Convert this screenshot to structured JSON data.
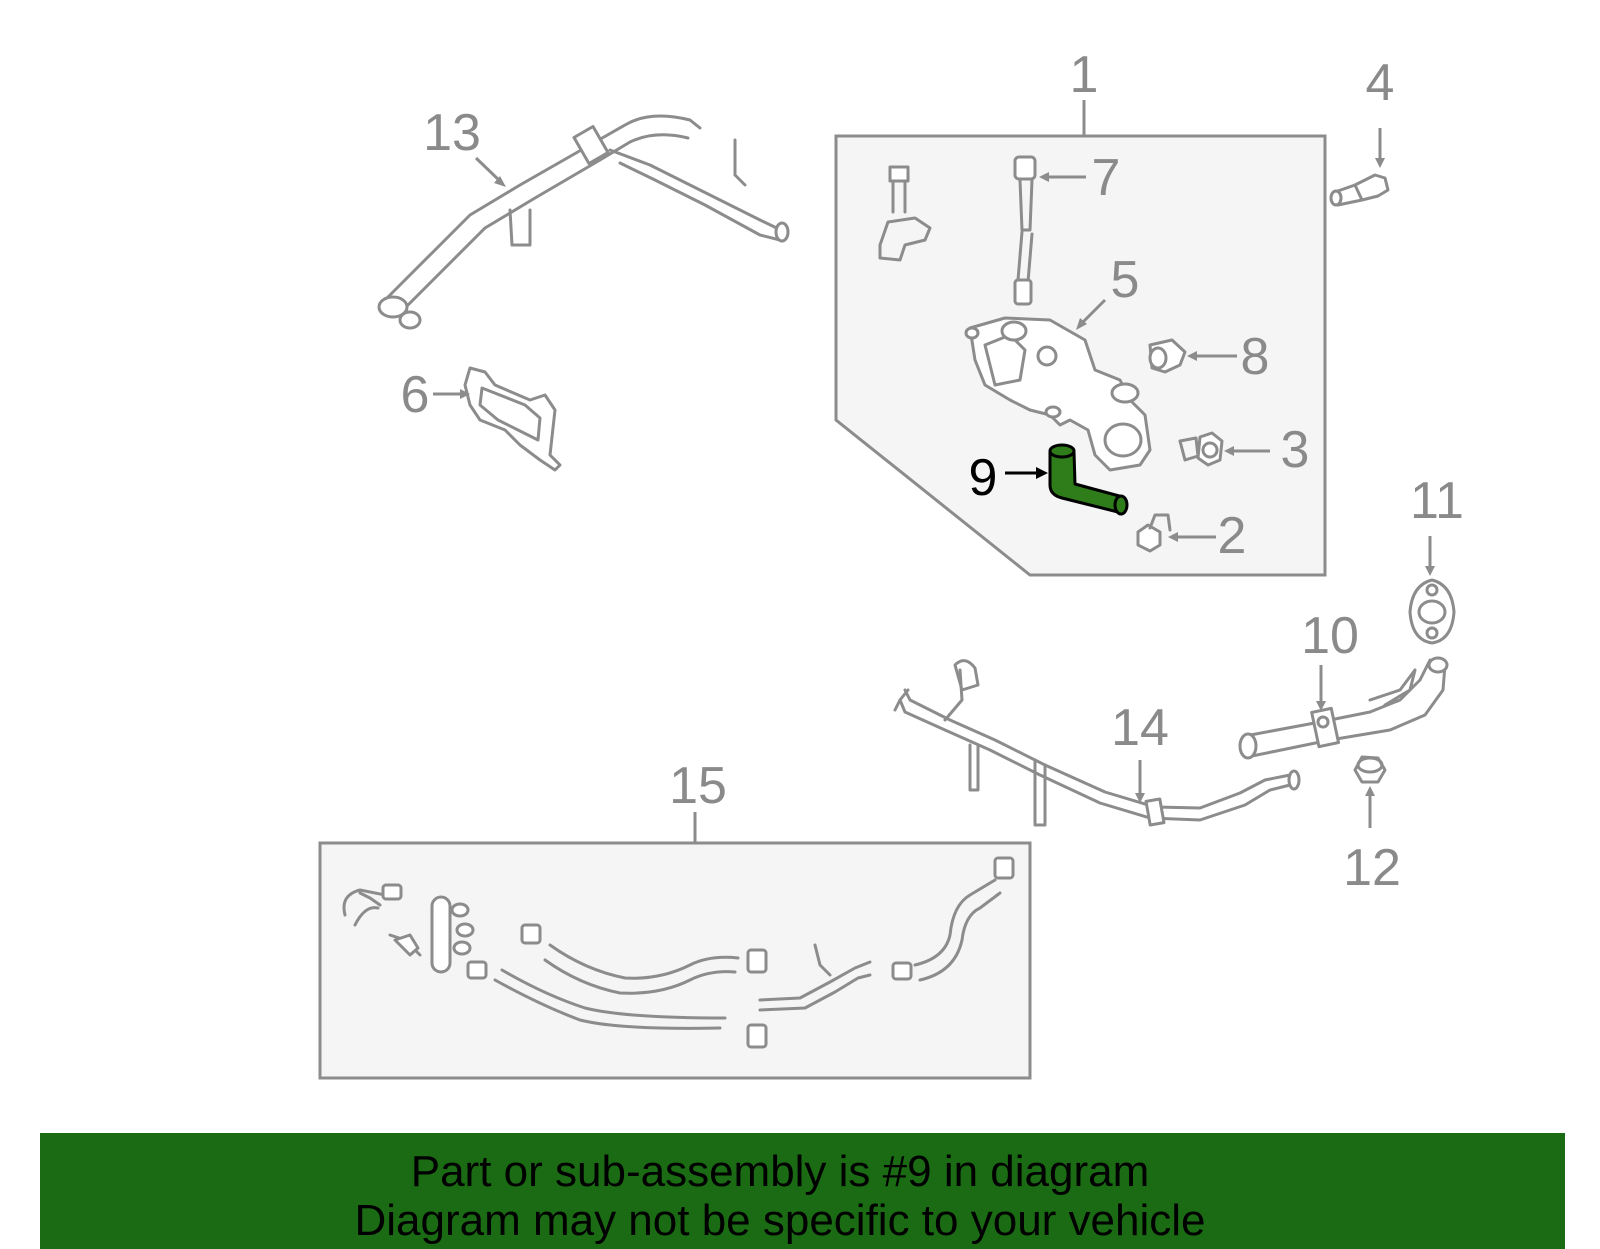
{
  "diagram": {
    "callouts": [
      {
        "id": "1",
        "label": "1"
      },
      {
        "id": "2",
        "label": "2"
      },
      {
        "id": "3",
        "label": "3"
      },
      {
        "id": "4",
        "label": "4"
      },
      {
        "id": "5",
        "label": "5"
      },
      {
        "id": "6",
        "label": "6"
      },
      {
        "id": "7",
        "label": "7"
      },
      {
        "id": "8",
        "label": "8"
      },
      {
        "id": "9",
        "label": "9",
        "highlighted": true
      },
      {
        "id": "10",
        "label": "10"
      },
      {
        "id": "11",
        "label": "11"
      },
      {
        "id": "12",
        "label": "12"
      },
      {
        "id": "13",
        "label": "13"
      },
      {
        "id": "14",
        "label": "14"
      },
      {
        "id": "15",
        "label": "15"
      }
    ],
    "highlight_color": "#2e7d1a",
    "line_color": "#8c8c8c",
    "box_fill": "#f5f5f5"
  },
  "banner": {
    "line1": "Part or sub-assembly is #9 in diagram",
    "line2": "Diagram may not be specific to your vehicle",
    "background": "#1a6b13"
  }
}
